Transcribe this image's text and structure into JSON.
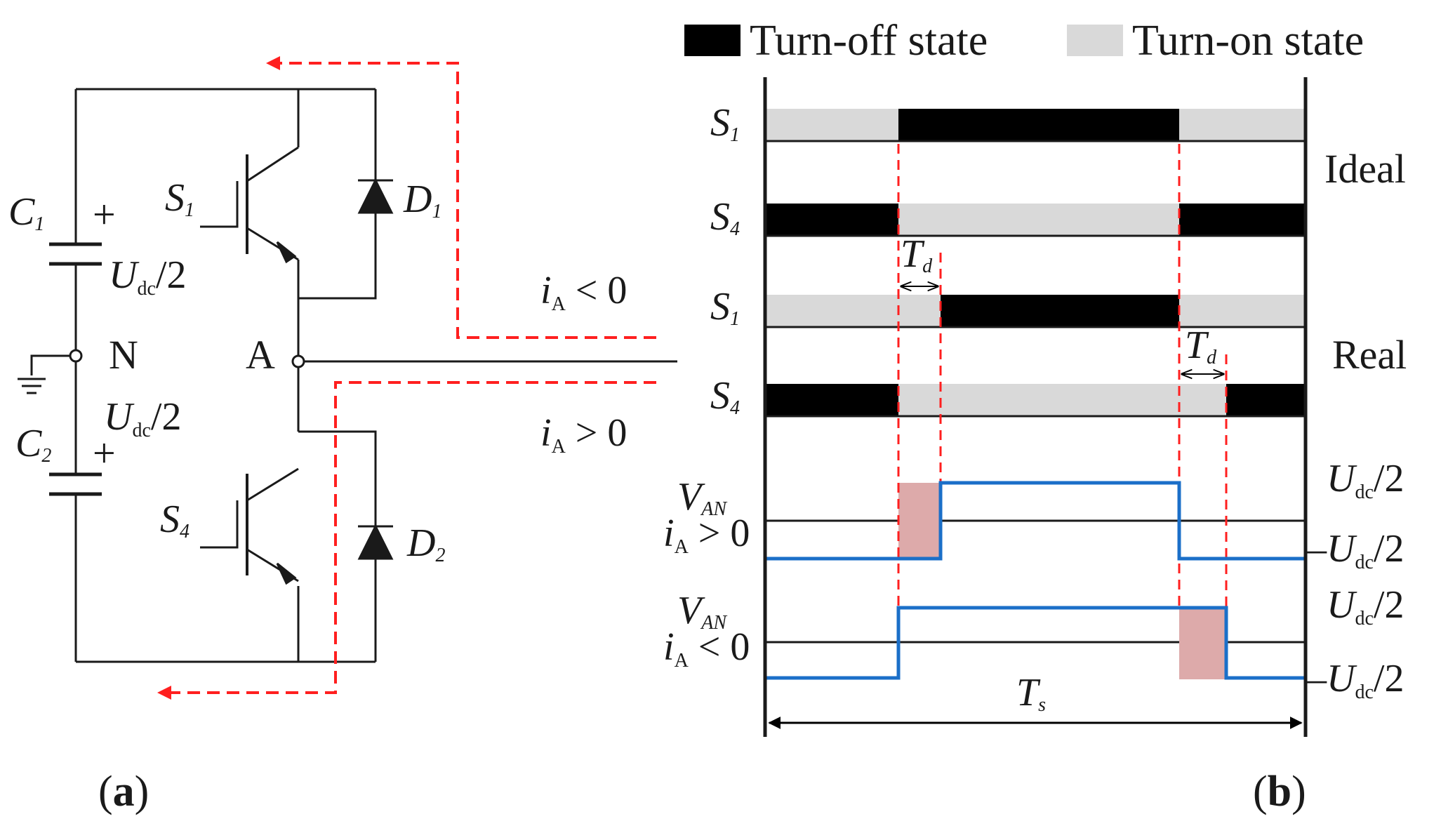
{
  "figure_a": {
    "panel_label": "a",
    "c1": {
      "main": "C",
      "sub": "1"
    },
    "c2": {
      "main": "C",
      "sub": "2"
    },
    "plus": "+",
    "udc_half": {
      "main": "U",
      "sub": "dc",
      "rest": "/2"
    },
    "node_n": "N",
    "node_a": "A",
    "s1": {
      "main": "S",
      "sub": "1"
    },
    "s4": {
      "main": "S",
      "sub": "4"
    },
    "d1": {
      "main": "D",
      "sub": "1"
    },
    "d2": {
      "main": "D",
      "sub": "2"
    },
    "ia_neg": {
      "main": "i",
      "sub": "A",
      "rest": " < 0"
    },
    "ia_pos": {
      "main": "i",
      "sub": "A",
      "rest": " > 0"
    }
  },
  "figure_b": {
    "panel_label": "b",
    "legend": {
      "off": "Turn-off state",
      "on": "Turn-on state"
    },
    "group_ideal": "Ideal",
    "group_real": "Real",
    "s1": {
      "main": "S",
      "sub": "1"
    },
    "s4": {
      "main": "S",
      "sub": "4"
    },
    "td": {
      "main": "T",
      "sub": "d"
    },
    "ts": {
      "main": "T",
      "sub": "s"
    },
    "van": {
      "main": "V",
      "sub": "AN"
    },
    "ia_pos": {
      "main": "i",
      "sub": "A",
      "rest": " > 0"
    },
    "ia_neg": {
      "main": "i",
      "sub": "A",
      "rest": " < 0"
    },
    "udc_half": {
      "main": "U",
      "sub": "dc",
      "rest": "/2"
    },
    "udc_half_neg": {
      "prefix": "–",
      "main": "U",
      "sub": "dc",
      "rest": "/2"
    }
  },
  "colors": {
    "off": "#000000",
    "on": "#d9d9d9",
    "current_path": "#ff1f1f",
    "voltage": "#1b6fc8",
    "deadtime_error": "#ddaaaa"
  }
}
